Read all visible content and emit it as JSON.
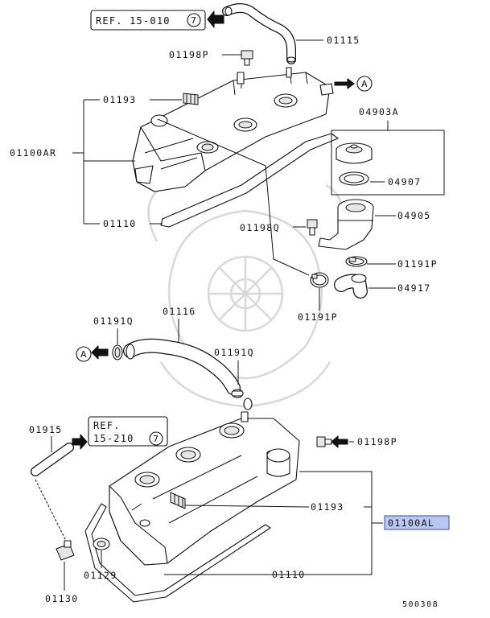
{
  "refs": {
    "top_ref_label": "REF. 15-010",
    "top_ref_num": "7",
    "bottom_ref_line1": "REF.",
    "bottom_ref_line2": "15-210",
    "bottom_ref_num": "7"
  },
  "markers": {
    "a_top": "A",
    "a_mid": "A"
  },
  "labels": {
    "p01115": "01115",
    "p01198P_top": "01198P",
    "p01193_top": "01193",
    "p04903A": "04903A",
    "p01100AR": "01100AR",
    "p04907": "04907",
    "p04905": "04905",
    "p01110_top": "01110",
    "p01198Q": "01198Q",
    "p01191P_right": "01191P",
    "p04917": "04917",
    "p01191P_low": "01191P",
    "p01116": "01116",
    "p01191Q_left": "01191Q",
    "p01191Q_right": "01191Q",
    "p01915": "01915",
    "p01198P_low": "01198P",
    "p01193_low": "01193",
    "p01100AL": "01100AL",
    "p01129": "01129",
    "p01110_low": "01110",
    "p01130": "01130"
  },
  "diagram_code": "500308",
  "highlight_color": "#b9c6f0"
}
